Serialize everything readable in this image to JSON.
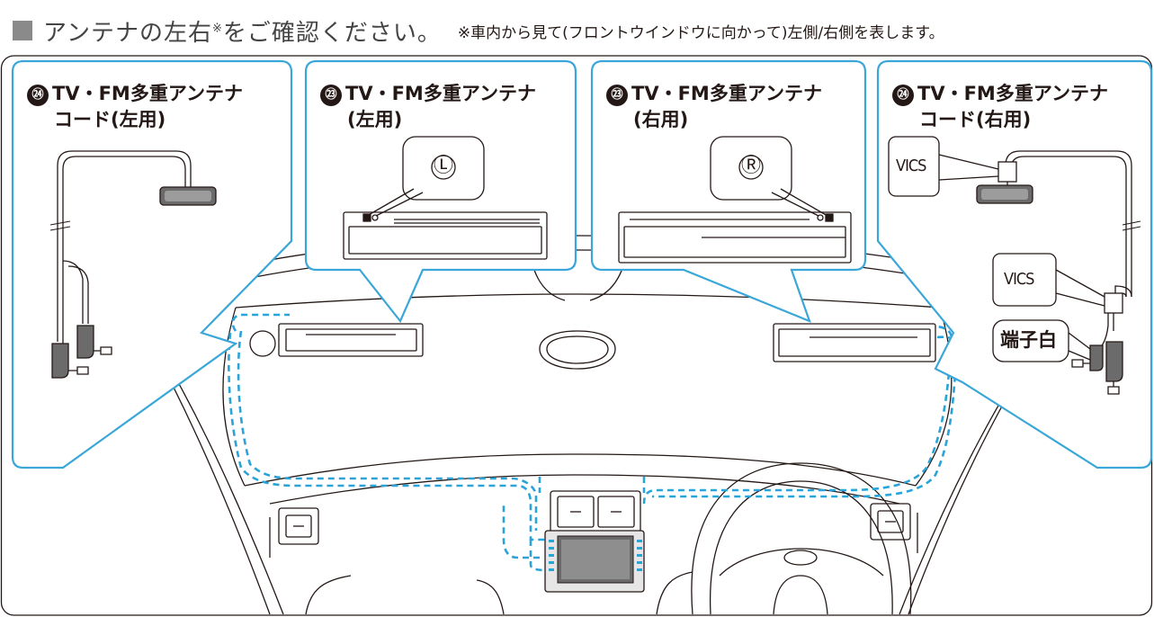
{
  "header": {
    "title": "アンテナの左右",
    "title_mark": "※",
    "title_tail": "をご確認ください。",
    "note": "※車内から見て(フロントウインドウに向かって)左側/右側を表します。"
  },
  "panels": [
    {
      "number": "㉔",
      "line1": "TV・FM多重アンテナ",
      "line2": "コード(左用)"
    },
    {
      "number": "㉓",
      "line1": "TV・FM多重アンテナ",
      "line2": "(左用)",
      "marker": "Ⓛ"
    },
    {
      "number": "㉓",
      "line1": "TV・FM多重アンテナ",
      "line2": "(右用)",
      "marker": "Ⓡ"
    },
    {
      "number": "㉔",
      "line1": "TV・FM多重アンテナ",
      "line2": "コード(右用)"
    }
  ],
  "tags": {
    "vics_top": "VICS",
    "vics_bottom": "VICS",
    "terminal": "端子白"
  },
  "colors": {
    "callout": "#3aa7d8",
    "cable_route": "#2aa3d8",
    "line": "#231815",
    "header_square": "#8a8a8a"
  }
}
